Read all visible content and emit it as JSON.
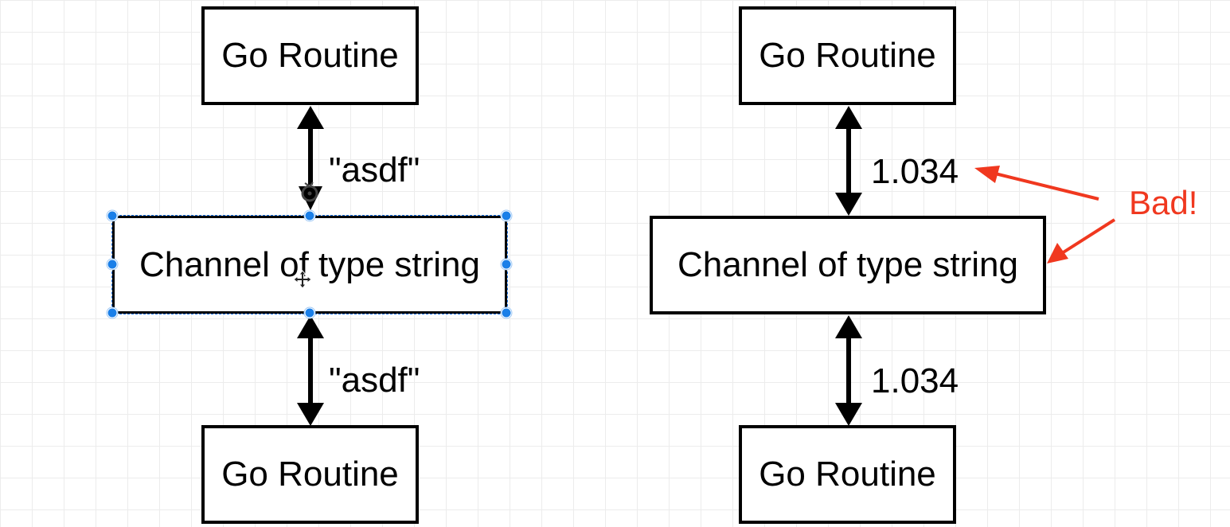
{
  "left_diagram": {
    "top_box": "Go Routine",
    "channel_box": "Channel of type string",
    "bottom_box": "Go Routine",
    "top_arrow_label": "\"asdf\"",
    "bottom_arrow_label": "\"asdf\""
  },
  "right_diagram": {
    "top_box": "Go Routine",
    "channel_box": "Channel of type string",
    "bottom_box": "Go Routine",
    "top_arrow_label": "1.034",
    "bottom_arrow_label": "1.034",
    "annotation": "Bad!"
  },
  "colors": {
    "annotation": "#f0381f",
    "selection": "#1a7fe8",
    "grid": "#ececec"
  }
}
